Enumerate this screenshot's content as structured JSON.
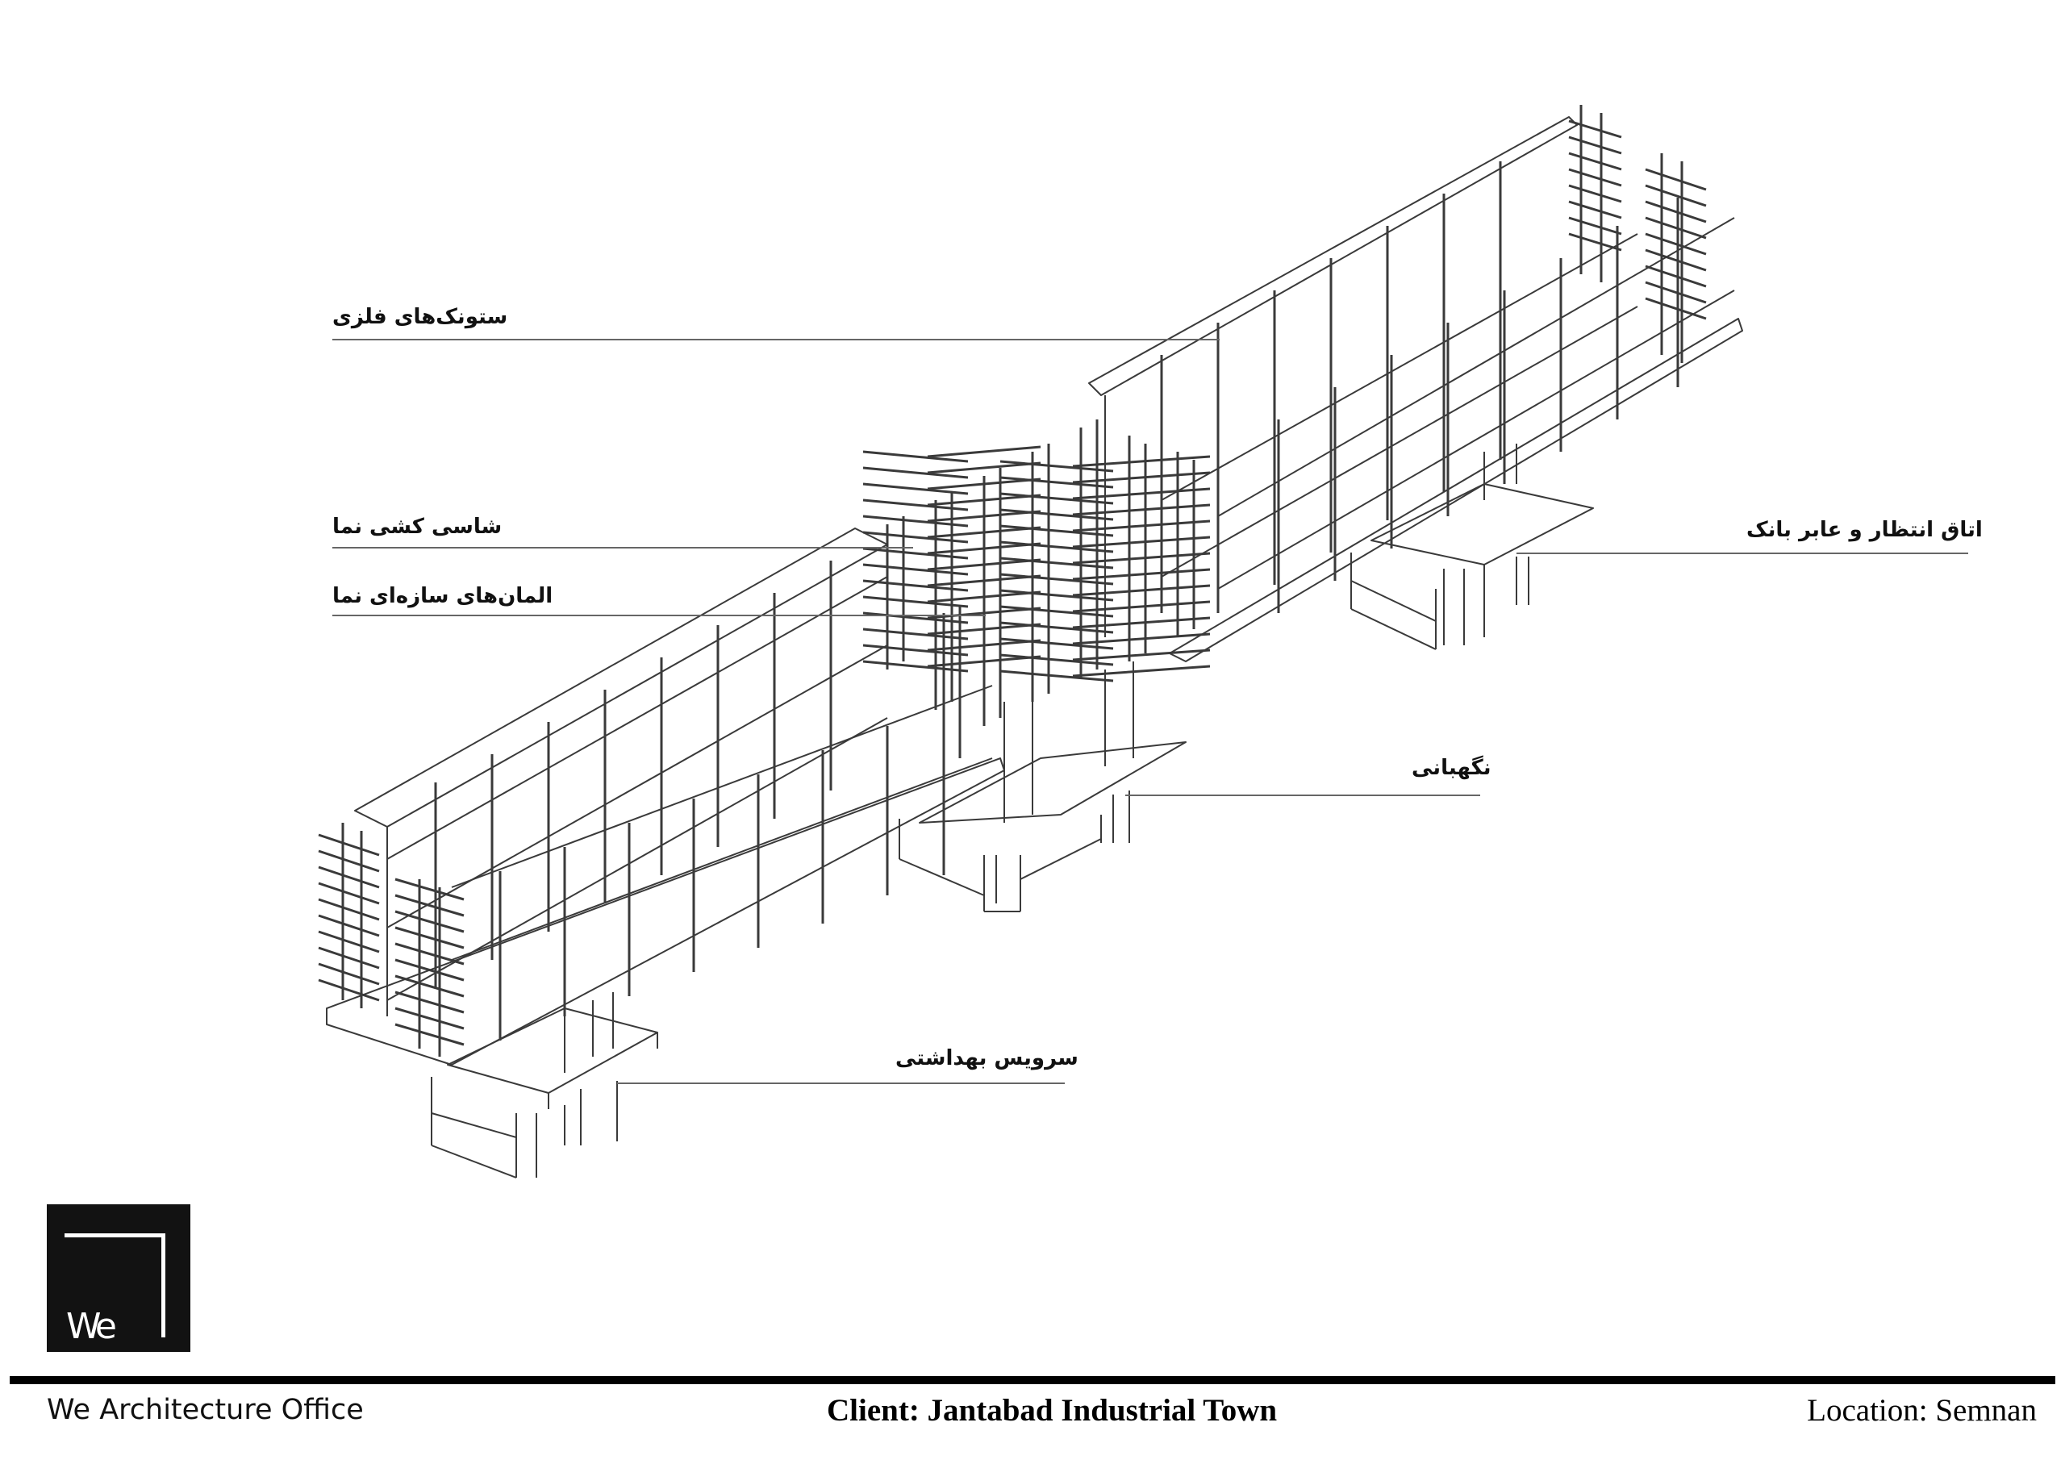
{
  "labels": {
    "steel_posts": "ستونک‌های فلزی",
    "facade_chassis": "شاسی کشی نما",
    "facade_elements": "المان‌های سازه‌ای نما",
    "waiting_room": "اتاق انتظار و عابر بانک",
    "guard_room": "نگهبانی",
    "restroom": "سرویس بهداشتی"
  },
  "logo": {
    "text": "We"
  },
  "footer": {
    "office": "We Architecture Office",
    "client": "Client: Jantabad Industrial Town",
    "location": "Location: Semnan"
  }
}
